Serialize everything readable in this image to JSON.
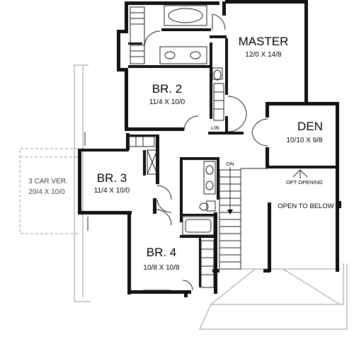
{
  "rooms": {
    "master": {
      "name": "MASTER",
      "dims": "12/0 X 14/8"
    },
    "br2": {
      "name": "BR. 2",
      "dims": "11/4 X 10/0"
    },
    "den": {
      "name": "DEN",
      "dims": "10/10 X 9/8"
    },
    "br3": {
      "name": "BR. 3",
      "dims": "11/4 X 10/0"
    },
    "br4": {
      "name": "BR. 4",
      "dims": "10/8 X 10/8"
    },
    "car_veranda": {
      "name": "3 CAR VER.",
      "dims": "20/4 X 10/0"
    }
  },
  "labels": {
    "linen": "LIN",
    "stair_down": "DN",
    "opt_opening": "OPT OPENING",
    "open_to_below": "OPEN TO BELOW"
  }
}
